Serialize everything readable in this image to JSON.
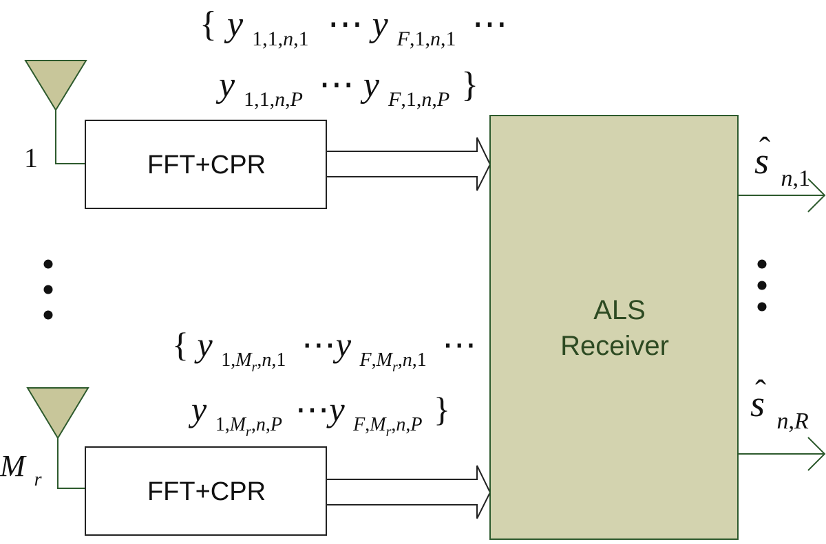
{
  "colors": {
    "antenna_fill": "#c8c69a",
    "antenna_stroke": "#2d5a2d",
    "receiver_fill": "#d3d3af",
    "receiver_stroke": "#2d5a2d",
    "receiver_text": "#2d4a22",
    "line": "#2d5a2d"
  },
  "antennas": [
    {
      "label": "1",
      "block_label": "FFT+CPR"
    },
    {
      "label_main": "M",
      "label_sub": "r",
      "block_label": "FFT+CPR"
    }
  ],
  "receiver": {
    "line1": "ALS",
    "line2": "Receiver"
  },
  "icons": {
    "antenna": "antenna-triangle-icon",
    "arrow": "block-arrow-icon",
    "ellipsis": "vertical-ellipsis-icon"
  },
  "signal_top": {
    "open_brace": "{",
    "close_brace": "}",
    "dots": "⋯",
    "y": "y",
    "sub_row1_a": "1,1,",
    "sub_row1_a_n": "n",
    "sub_row1_a_end": ",1",
    "sub_row1_b": "F",
    "sub_row1_b_mid": ",1,",
    "sub_row1_b_n": "n",
    "sub_row1_b_end": ",1",
    "sub_row2_a": "1,1,",
    "sub_row2_a_n": "n",
    "sub_row2_a_sep": ",",
    "sub_row2_a_P": "P",
    "sub_row2_b": "F",
    "sub_row2_b_mid": ",1,",
    "sub_row2_b_n": "n",
    "sub_row2_b_sep": ",",
    "sub_row2_b_P": "P"
  },
  "signal_bottom": {
    "open_brace": "{",
    "close_brace": "}",
    "dots": "⋯",
    "y": "y",
    "one": "1,",
    "M": "M",
    "r": "r",
    "comma_n": ",",
    "n": "n",
    "end1": ",1",
    "sep": ",",
    "P": "P",
    "F": "F"
  },
  "outputs": [
    {
      "hat": "ˆ",
      "s": "s",
      "sub_n": "n",
      "sub_sep": ",",
      "sub_last": "1"
    },
    {
      "hat": "ˆ",
      "s": "s",
      "sub_n": "n",
      "sub_sep": ",",
      "sub_last": "R"
    }
  ],
  "ellipsis": "⋮"
}
